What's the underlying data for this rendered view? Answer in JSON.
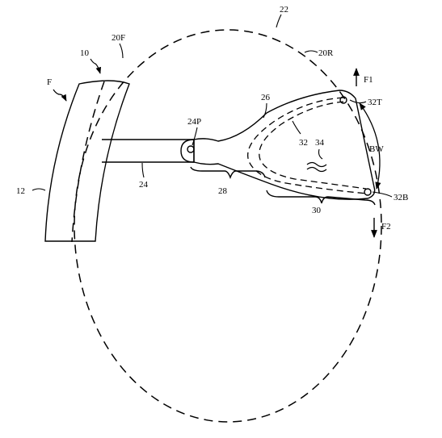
{
  "figure": {
    "labels": {
      "device": "10",
      "finger": "F",
      "ring": "12",
      "front_side": "20F",
      "rear_side": "20R",
      "cavity": "22",
      "shaft": "24",
      "pivot": "24P",
      "yoke": "26",
      "arm_section": "28",
      "head_section": "30",
      "band": "32",
      "top_pin": "32T",
      "bottom_pin": "32B",
      "gap": "34",
      "width": "BW",
      "force_up": "F1",
      "force_down": "F2"
    }
  }
}
